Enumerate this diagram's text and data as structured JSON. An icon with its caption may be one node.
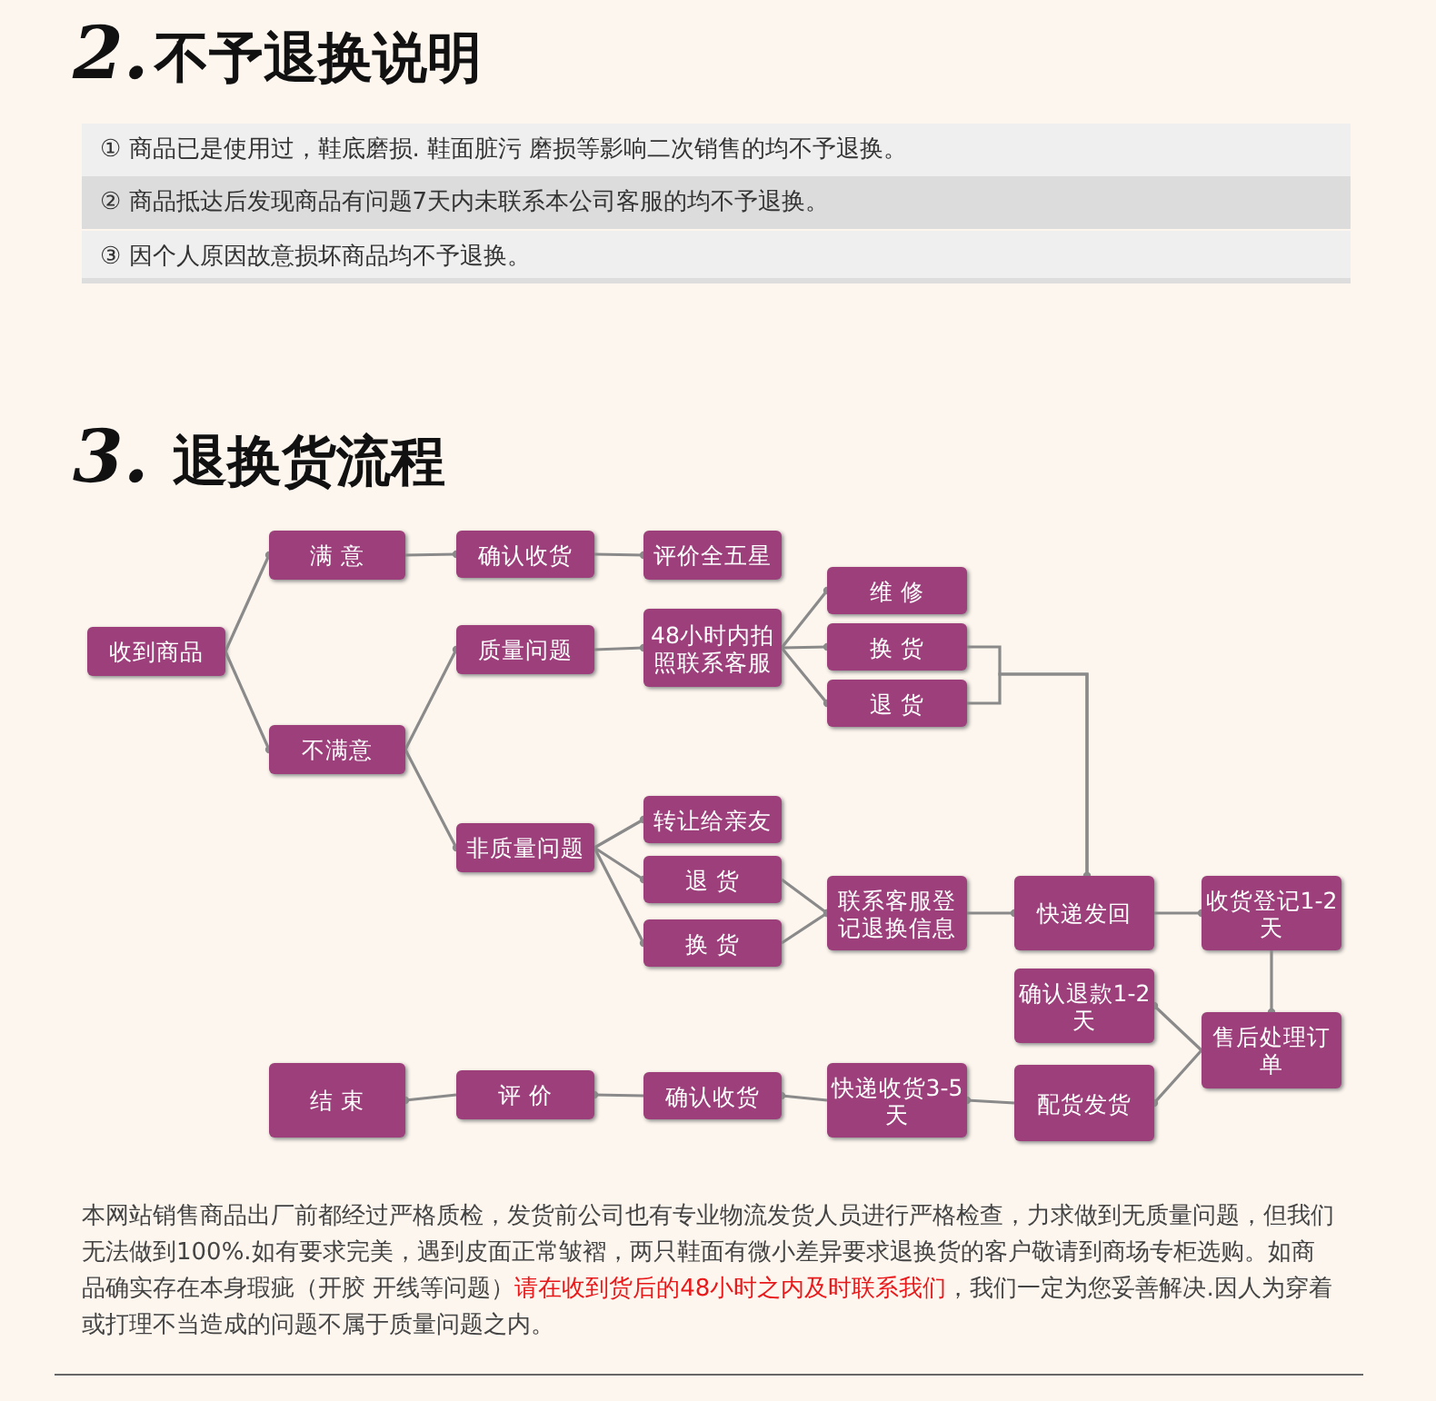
{
  "diagram": {
    "nodes": [
      {
        "text": [
          "收到商品"
        ]
      },
      {
        "text": [
          "满 意"
        ]
      },
      {
        "text": [
          "确认收货"
        ]
      },
      {
        "text": [
          "评价全五星"
        ]
      },
      {
        "text": [
          "不满意"
        ]
      },
      {
        "text": [
          "质量问题"
        ]
      },
      {
        "text": [
          "48小时内拍照联系客服"
        ]
      },
      {
        "text": [
          "维 修"
        ]
      },
      {
        "text": [
          "换 货"
        ]
      },
      {
        "text": [
          "退 货"
        ]
      },
      {
        "text": [
          "非质量问题"
        ]
      },
      {
        "text": [
          "转让给亲友"
        ]
      },
      {
        "text": [
          "退 货"
        ]
      },
      {
        "text": [
          "换 货"
        ]
      },
      {
        "text": [
          "联系客服登记退换信息"
        ]
      },
      {
        "text": [
          "快递发回"
        ]
      },
      {
        "text": [
          "收货登记1-2天"
        ]
      },
      {
        "text": [
          "确认退款1-2天"
        ]
      },
      {
        "text": [
          "售后处理订单"
        ]
      },
      {
        "text": [
          "配货发货"
        ]
      },
      {
        "text": [
          "快递收货3-5天"
        ]
      },
      {
        "text": [
          "确认收货"
        ]
      },
      {
        "text": [
          "评 价"
        ]
      },
      {
        "text": [
          "结 束"
        ]
      }
    ],
    "edges": [
      {
        "from": 0,
        "to": 1,
        "arrow": "other"
      },
      {
        "from": 0,
        "to": 4,
        "arrow": "other"
      },
      {
        "from": 1,
        "to": 2,
        "arrow": "other"
      },
      {
        "from": 2,
        "to": 3,
        "arrow": "other"
      },
      {
        "from": 4,
        "to": 5,
        "arrow": "other"
      },
      {
        "from": 4,
        "to": 10,
        "arrow": "other"
      },
      {
        "from": 5,
        "to": 6,
        "arrow": "other"
      },
      {
        "from": 6,
        "to": 7,
        "arrow": "other"
      },
      {
        "from": 6,
        "to": 8,
        "arrow": "other"
      },
      {
        "from": 6,
        "to": 9,
        "arrow": "other"
      },
      {
        "from": 8,
        "to": 15,
        "arrow": "other"
      },
      {
        "from": 9,
        "to": 15,
        "arrow": "other"
      },
      {
        "from": 10,
        "to": 11,
        "arrow": "other"
      },
      {
        "from": 10,
        "to": 12,
        "arrow": "other"
      },
      {
        "from": 10,
        "to": 13,
        "arrow": "other"
      },
      {
        "from": 12,
        "to": 14,
        "arrow": "other"
      },
      {
        "from": 13,
        "to": 14,
        "arrow": "other"
      },
      {
        "from": 14,
        "to": 15,
        "arrow": "other"
      },
      {
        "from": 15,
        "to": 16,
        "arrow": "other"
      },
      {
        "from": 16,
        "to": 18,
        "arrow": "other"
      },
      {
        "from": 18,
        "to": 17,
        "arrow": "other"
      },
      {
        "from": 18,
        "to": 19,
        "arrow": "other"
      },
      {
        "from": 19,
        "to": 20,
        "arrow": "other"
      },
      {
        "from": 20,
        "to": 21,
        "arrow": "other"
      },
      {
        "from": 21,
        "to": 22,
        "arrow": "other"
      },
      {
        "from": 22,
        "to": 23,
        "arrow": "other"
      }
    ],
    "labels": [
      "2.",
      "不予退换说明",
      "① 商品已是使用过，鞋底磨损. 鞋面脏污 磨损等影响二次销售的均不予退换。",
      "② 商品抵达后发现商品有问题7天内未联系本公司客服的均不予退换。",
      "③ 因个人原因故意损坏商品均不予退换。",
      "3.",
      "退换货流程",
      "本网站销售商品出厂前都经过严格质检，发货前公司也有专业物流发货人员进行严格检查，力求做到无质量问题，但我们无法做到100%.如有要求完美，遇到皮面正常皱褶，两只鞋面有微小差异要求退换货的客户敬请到商场专柜选购。如商品确实存在本身瑕疵（开胶 开线等问题）",
      "请在收到货后的48小时之内及时联系我们",
      "，我们一定为您妥善解决.因人为穿着或打理不当造成的问题不属于质量问题之内。"
    ]
  }
}
